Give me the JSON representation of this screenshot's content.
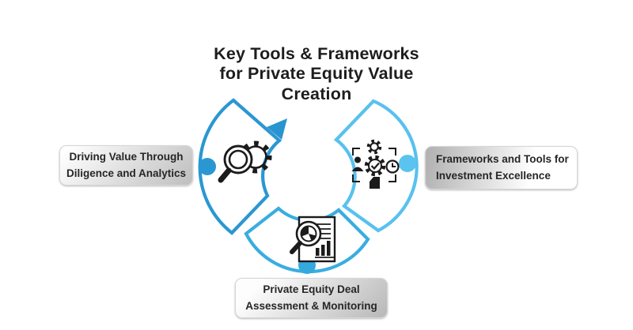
{
  "title": "Key Tools & Frameworks\nfor Private Equity Value\nCreation",
  "diagram": {
    "icon_color": "#1b1b1b",
    "arrow_color": "#2a94d0",
    "segments": [
      {
        "id": "diligence",
        "label": "Driving Value Through\nDiligence and Analytics",
        "icon": "magnifier-gear-icon",
        "color": "#2a97d3",
        "dot_color": "#2a97d3"
      },
      {
        "id": "frameworks",
        "label": "Frameworks and Tools for\nInvestment Excellence",
        "icon": "person-gear-clock-icon",
        "color": "#58c1ee",
        "dot_color": "#5bc3ef"
      },
      {
        "id": "deal",
        "label": "Private Equity Deal\nAssessment & Monitoring",
        "icon": "report-analysis-icon",
        "color": "#39ade0",
        "dot_color": "#35a9de"
      }
    ]
  }
}
